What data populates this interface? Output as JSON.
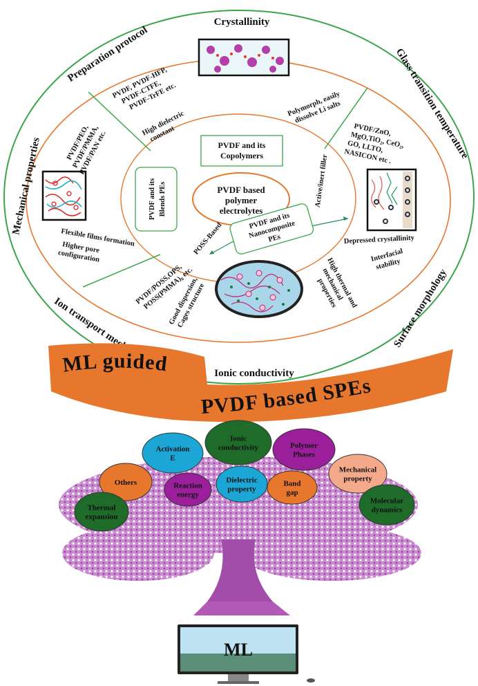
{
  "outer_ring": {
    "top": "Crystallinity",
    "top_left": "Preparation protocol",
    "top_right": "Glass transition temperature",
    "left": "Mechanical properties",
    "bottom_right": "Surface morphology",
    "bottom_left": "Ion transport mechanism",
    "bottom": "Ionic conductivity"
  },
  "middle_ring": {
    "copolymers_list": [
      "PVDF, PVDF-HFP,",
      "PVDF-CTFE,",
      "PVDF-TrFE etc."
    ],
    "high_dielectric": [
      "High dielectric",
      "constant"
    ],
    "polymorph": [
      "Polymorph, easily",
      "dissolve Li salts"
    ],
    "blends_list": [
      "PVDF/PEO,",
      "PVDF/PMMA,",
      "PVDF/PAN etc."
    ],
    "fillers_list": [
      "PVDF/ZnO,",
      "MgO,TiO₂, CeO₂,",
      "GO, LLTO,",
      "NASICON etc ."
    ],
    "flexible": "Flexible films formation",
    "pore": [
      "Higher pore",
      "configuration"
    ],
    "depressed": "Depressed crystallinity",
    "interfacial": [
      "Interfacial",
      "stability"
    ],
    "poss_list": [
      "PVDF/POSS,OPS,",
      "POSS(PMMA)₈ etc."
    ],
    "dispersion": [
      "Good dispersion,",
      "Cages structure"
    ],
    "thermal": [
      "High thermal and",
      "mechanical",
      "properties"
    ]
  },
  "inner": {
    "center": [
      "PVDF based",
      "polymer",
      "electrolytes"
    ],
    "copolymers_box": [
      "PVDF and its",
      "Copolymers"
    ],
    "blends_box": [
      "PVDF and its",
      "Blends PEs"
    ],
    "nanocomposite_box": [
      "PVDF and its",
      "Nanocomposite",
      "PEs"
    ],
    "active_filler": "Active/inert filler",
    "poss_based": "POSS-Based"
  },
  "banner": {
    "line1": "ML  guided",
    "line2": "PVDF  based  SPEs",
    "color": "#E8772E"
  },
  "bubbles": [
    {
      "lines": [
        "Ionic",
        "conductivity"
      ],
      "color": "#1F6B2A"
    },
    {
      "lines": [
        "Activation",
        "E"
      ],
      "color": "#1BA6D6"
    },
    {
      "lines": [
        "Polymer",
        "Phases"
      ],
      "color": "#9B1F9B"
    },
    {
      "lines": [
        "Mechanical",
        "property"
      ],
      "color": "#F4A98A"
    },
    {
      "lines": [
        "Others"
      ],
      "color": "#E8772E"
    },
    {
      "lines": [
        "Reaction",
        "energy"
      ],
      "color": "#9B1F9B"
    },
    {
      "lines": [
        "Dielectric",
        "property"
      ],
      "color": "#1BA6D6"
    },
    {
      "lines": [
        "Band",
        "gap"
      ],
      "color": "#E8772E"
    },
    {
      "lines": [
        "Thermal",
        "expansion"
      ],
      "color": "#1F6B2A"
    },
    {
      "lines": [
        "Molecular",
        "dynamics"
      ],
      "color": "#1F6B2A"
    }
  ],
  "monitor": {
    "label": "ML"
  },
  "colors": {
    "orange": "#E8772E",
    "green": "#3AA64A",
    "tree": "#B35AB8"
  }
}
